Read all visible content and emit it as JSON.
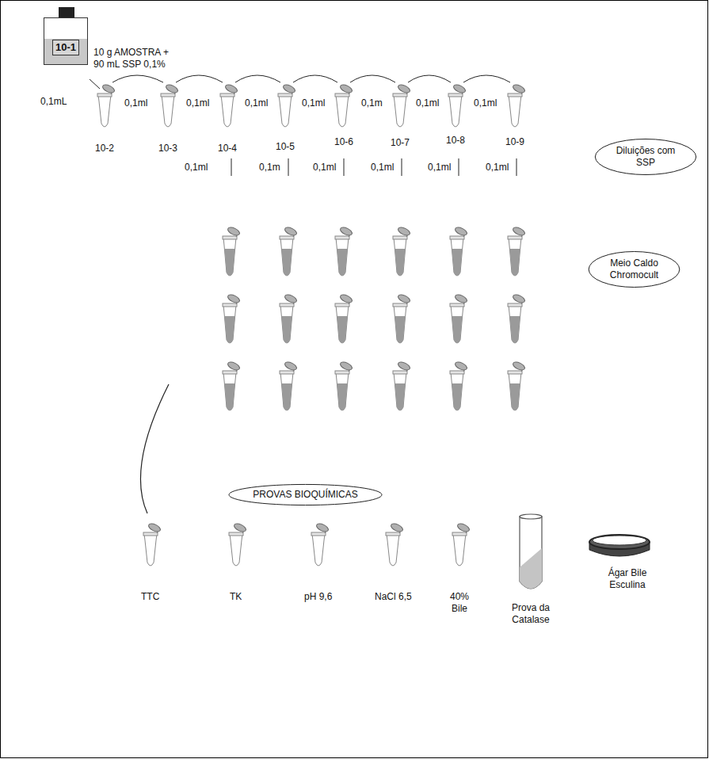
{
  "diagram": {
    "nodes": [
      {
        "text": [
          "10-1",
          "10 g AMOSTRA + 90 mL SSP 0,1%"
        ]
      },
      {
        "text": [
          "Diluições com SSP"
        ]
      },
      {
        "text": [
          "Meio Caldo Chromocult"
        ]
      },
      {
        "text": [
          "PROVAS BIOQUÍMICAS"
        ]
      }
    ],
    "labels": [
      "0,1mL",
      "0,1ml",
      "0,1ml",
      "0,1ml",
      "0,1ml",
      "0,1m",
      "0,1ml",
      "0,1ml",
      "10-2",
      "10-3",
      "10-4",
      "10-5",
      "10-6",
      "10-7",
      "10-8",
      "10-9",
      "0,1ml",
      "0,1m",
      "0,1ml",
      "0,1ml",
      "0,1ml",
      "0,1ml",
      "TTC",
      "TK",
      "pH 9,6",
      "NaCl 6,5",
      "40% Bile",
      "Prova da Catalase",
      "Ágar Bile Esculina"
    ]
  }
}
